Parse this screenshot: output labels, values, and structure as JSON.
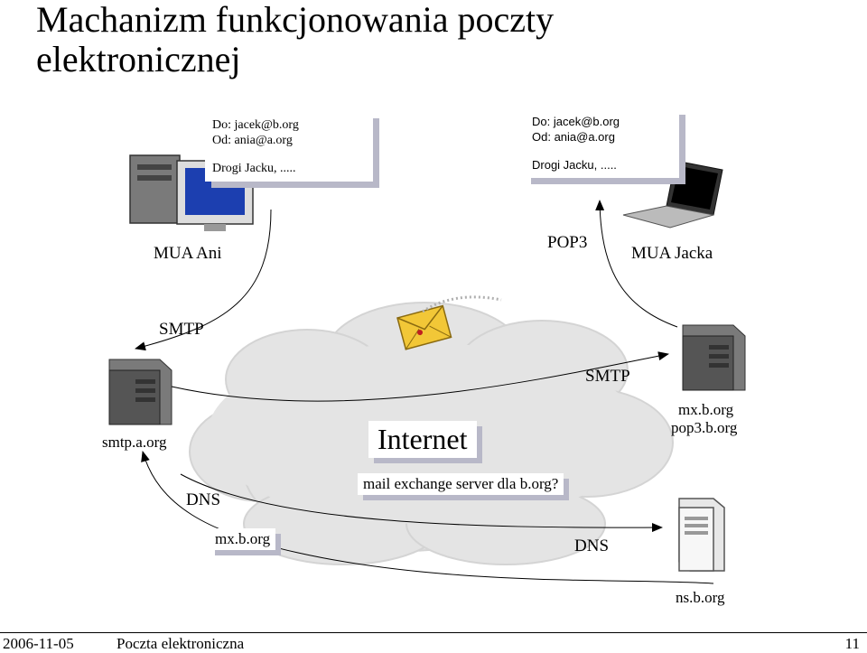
{
  "title_line1": "Machanizm funkcjonowania poczty",
  "title_line2": "elektronicznej",
  "mua_ani": {
    "label": "MUA Ani",
    "note": {
      "to": "Do: jacek@b.org",
      "from": "Od: ania@a.org",
      "body": "Drogi Jacku, ....."
    }
  },
  "mua_jacka": {
    "label": "MUA Jacka",
    "note": {
      "to": "Do: jacek@b.org",
      "from": "Od: ania@a.org",
      "body": "Drogi Jacku, ....."
    }
  },
  "protocols": {
    "smtp_top": "SMTP",
    "smtp_right": "SMTP",
    "pop3": "POP3",
    "dns_left": "DNS",
    "dns_right": "DNS"
  },
  "servers": {
    "smtp_a": "smtp.a.org",
    "mx_b_1": "mx.b.org",
    "mx_b_2": "pop3.b.org",
    "ns_b": "ns.b.org"
  },
  "cloud": {
    "internet": "Internet",
    "question": "mail exchange server dla b.org?",
    "answer": "mx.b.org"
  },
  "footer": {
    "date": "2006-11-05",
    "subject": "Poczta elektroniczna",
    "page": "11"
  },
  "colors": {
    "cloud": "#e3e3e3",
    "note_shadow": "#b8b8c8",
    "envelope": "#f0c030"
  }
}
